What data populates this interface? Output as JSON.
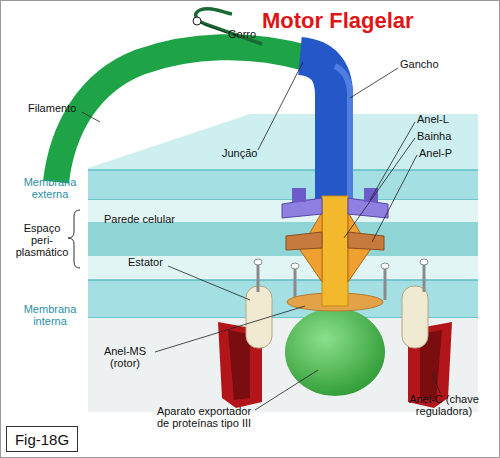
{
  "diagram": {
    "title": "Motor Flagelar",
    "nodes": [
      {
        "text": [
          "Fig-18G"
        ]
      }
    ],
    "labels": [
      "Gorro",
      "Gancho",
      "Filamento",
      "Junção",
      "Anel-L",
      "Bainha",
      "Anel-P",
      "Membrana externa",
      "Parede celular",
      "Espaço peri- plasmático",
      "Estator",
      "Membrana interna",
      "Anel-MS (rotor)",
      "Aparato exportador de proteínas tipo III",
      "Anel-C (chave reguladora)"
    ]
  }
}
